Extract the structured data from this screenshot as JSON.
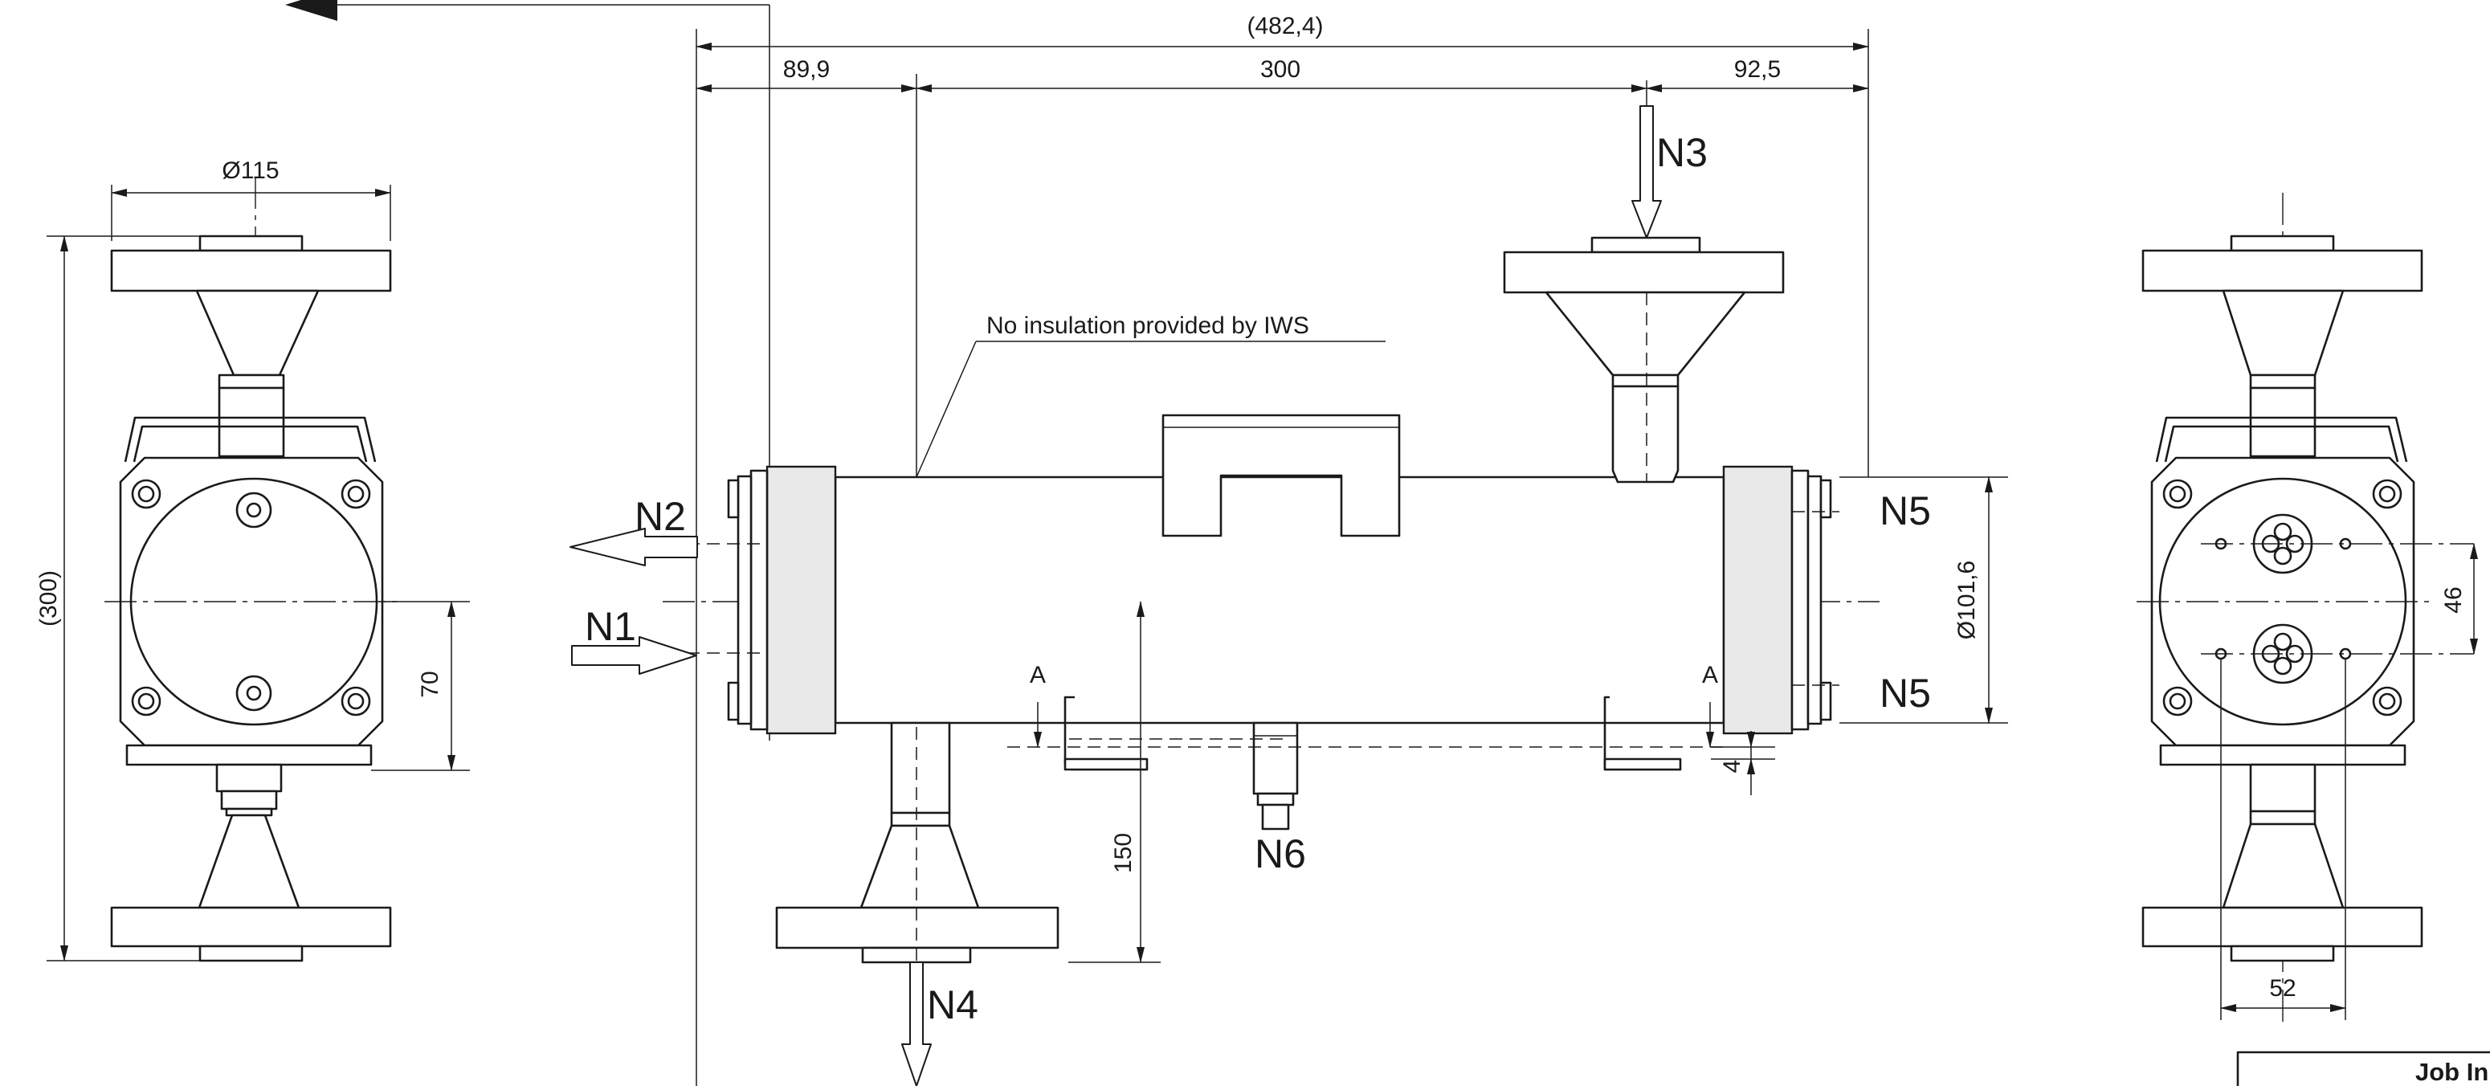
{
  "drawing": {
    "dimensions": {
      "overall_length": "(482,4)",
      "left_offset": "89,9",
      "nozzle_spacing": "300",
      "right_offset": "92,5",
      "flange_diameter": "Ø115",
      "overall_height": "(300)",
      "side_center_offset": "70",
      "bottom_nozzle_height": "150",
      "shell_diameter": "Ø101,6",
      "bracket_gap": "4",
      "port_spacing": "46",
      "port_offset_bottom": "52"
    },
    "nozzles": {
      "n1": "N1",
      "n2": "N2",
      "n3": "N3",
      "n4": "N4",
      "n5_top": "N5",
      "n5_bottom": "N5",
      "n6": "N6"
    },
    "section_marks": {
      "left": "A",
      "right": "A"
    },
    "notes": {
      "insulation": "No insulation provided by IWS"
    },
    "title_block": {
      "label": "Job In"
    }
  }
}
